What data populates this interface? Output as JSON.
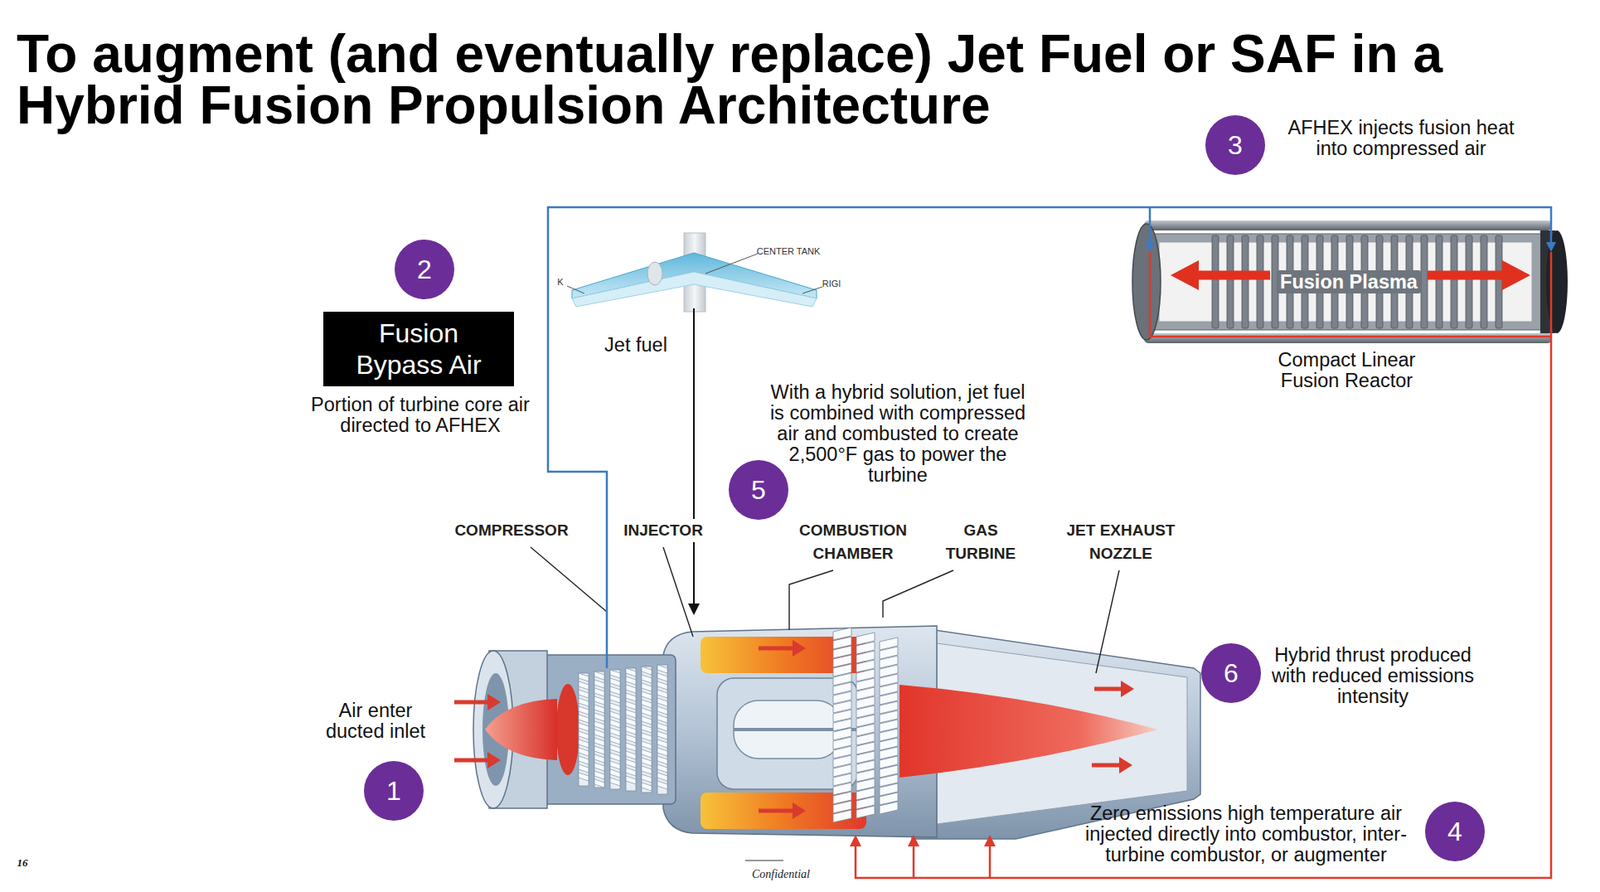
{
  "diagram": {
    "title": "To augment (and eventually replace) Jet Fuel or SAF in a Hybrid Fusion Propulsion Architecture",
    "nodes": [
      {
        "text": [
          "3"
        ]
      },
      {
        "text": [
          "2"
        ]
      },
      {
        "text": [
          "Fusion Plasma",
          "Compact Linear Fusion Reactor"
        ]
      },
      {
        "text": [
          "Fusion Bypass Air"
        ]
      },
      {
        "text": [
          "5"
        ]
      },
      {
        "text": [
          "6"
        ]
      },
      {
        "text": [
          "1"
        ]
      },
      {
        "text": [
          "4"
        ]
      }
    ],
    "labels": [
      "AFHEX injects fusion heat into compressed air",
      "Portion of turbine core air directed to AFHEX",
      "CENTER TANK",
      "K",
      "RIGI",
      "Jet fuel",
      "With a hybrid solution, jet fuel is combined with compressed air and combusted to create 2,500°F gas to power the turbine",
      "COMPRESSOR",
      "INJECTOR",
      "COMBUSTION CHAMBER",
      "GAS TURBINE",
      "JET EXHAUST NOZZLE",
      "Air enter ducted inlet",
      "Hybrid thrust produced with reduced emissions intensity",
      "Zero emissions high temperature air injected directly into combustor, inter- turbine combustor, or augmenter",
      "16",
      "Confidential"
    ]
  }
}
